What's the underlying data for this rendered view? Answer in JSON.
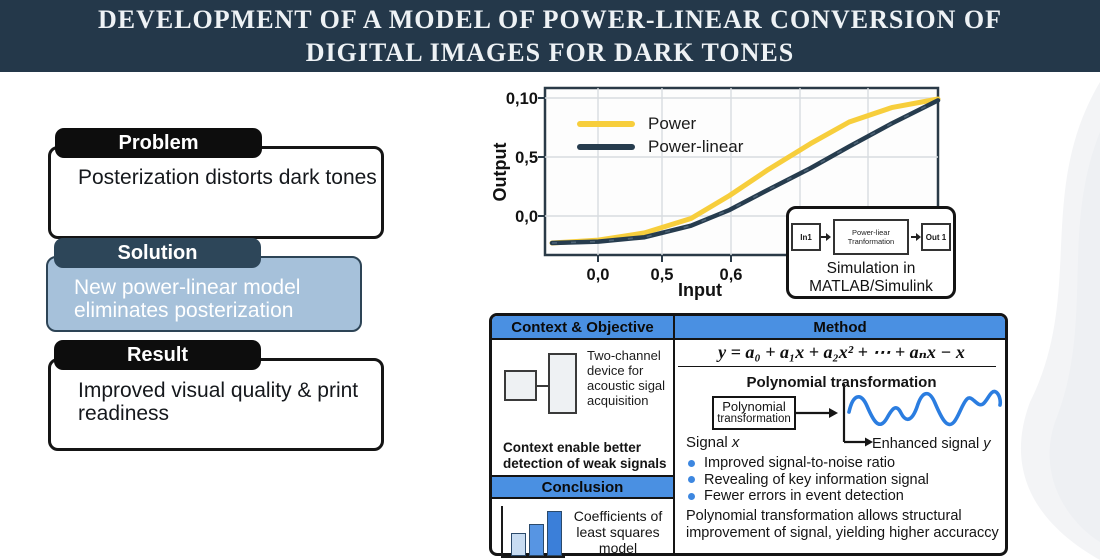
{
  "title": {
    "line1": "DEVELOPMENT OF A MODEL OF POWER-LINEAR CONVERSION OF",
    "line2": "DIGITAL IMAGES FOR DARK TONES"
  },
  "cards": {
    "problem": {
      "label": "Problem",
      "body": "Posterization distorts dark tones"
    },
    "solution": {
      "label": "Solution",
      "body": "New power-linear model eliminates posterization"
    },
    "result": {
      "label": "Result",
      "body": "Improved visual quality & print readiness"
    }
  },
  "chart_data": {
    "type": "line",
    "xlabel": "Input",
    "ylabel": "Output",
    "xticks": [
      "0,0",
      "0,5",
      "0,6"
    ],
    "yticks": [
      "0,10",
      "0,5",
      "0,0"
    ],
    "grid": true,
    "legend_position": "upper left",
    "x_norm": [
      0,
      0.12,
      0.24,
      0.36,
      0.46,
      0.56,
      0.67,
      0.77,
      0.88,
      1
    ],
    "series": [
      {
        "id": "power",
        "name": "Power",
        "color": "#f7ce3c",
        "values": [
          0,
          0.02,
          0.07,
          0.17,
          0.33,
          0.51,
          0.69,
          0.84,
          0.94,
          1
        ]
      },
      {
        "id": "power-linear",
        "name": "Power-linear",
        "color": "#263c4e",
        "values": [
          0,
          0.01,
          0.04,
          0.12,
          0.23,
          0.37,
          0.52,
          0.67,
          0.83,
          0.99
        ]
      }
    ]
  },
  "simulink": {
    "in_label": "In1",
    "block_line1": "Power-liear",
    "block_line2": "Tranformation",
    "out_label": "Out 1",
    "caption_line1": "Simulation in",
    "caption_line2": "MATLAB/Simulink"
  },
  "table": {
    "context_header": "Context & Objective",
    "method_header": "Method",
    "context": {
      "caption": "Two-channel device for acoustic sigal acquisition",
      "note": "Context enable better detection of weak signals"
    },
    "conclusion": {
      "header": "Conclusion",
      "caption": "Coefficients of least squares model",
      "bar_values": [
        0.5,
        0.72,
        1
      ]
    },
    "method": {
      "formula": "y = a₀ + a₁x + a₂x² + ⋯ + aₙx − x",
      "poly_title": "Polynomial transformation",
      "box_line1": "Polynomial",
      "box_line2": "transformation",
      "signal_label": "Signal",
      "signal_var": "x",
      "enhanced_label": "Enhanced signal",
      "enhanced_var": "y",
      "bullets": [
        "Improved signal-to-noise ratio",
        "Revealing of key information signal",
        "Fewer errors in event detection"
      ],
      "note": "Polynomial transformation allows structural improvement of signal, yielding higher accuraccy"
    }
  },
  "colors": {
    "header_bg": "#24384a",
    "solution_header_bg": "#2d4659",
    "solution_body_bg": "#a6c1da",
    "table_accent": "#4a90e2",
    "power_line": "#f7ce3c",
    "power_linear_line": "#263c4e",
    "wave_blue": "#2b7de0",
    "black_tab": "#0d0d0d"
  }
}
